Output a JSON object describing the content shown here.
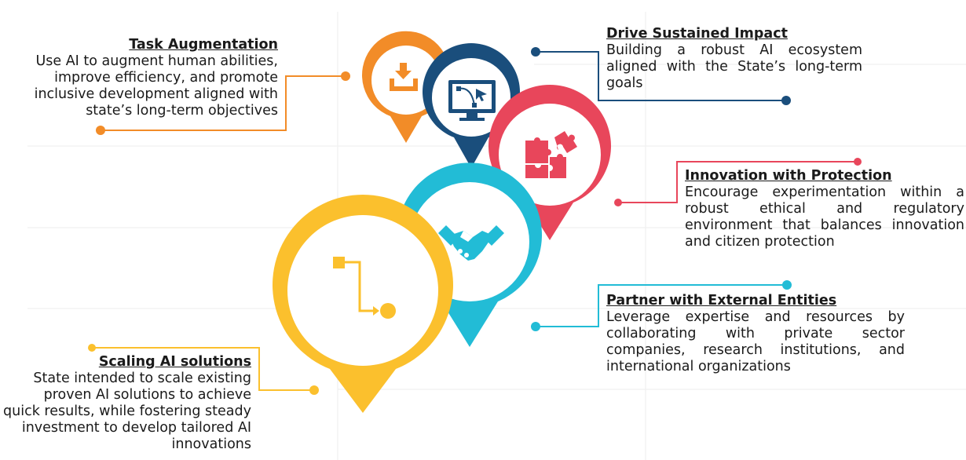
{
  "colors": {
    "task": "#f28c28",
    "drive": "#1a4e7c",
    "innovation": "#e8465b",
    "partner": "#22bcd6",
    "scaling": "#fbc02d",
    "grid": "#eeeeee",
    "text": "#1a1a1a"
  },
  "items": [
    {
      "key": "task",
      "title": "Task Augmentation",
      "body": "Use AI to augment human abilities, improve efficiency, and promote inclusive development aligned with state’s long-term objectives",
      "icon": "download-tray-icon"
    },
    {
      "key": "drive",
      "title": "Drive Sustained Impact",
      "body": "Building a robust AI ecosystem aligned with the State’s long-term goals",
      "icon": "monitor-vector-icon"
    },
    {
      "key": "innovation",
      "title": "Innovation with Protection",
      "body": "Encourage experimentation within a robust ethical and regulatory environment that balances innovation and citizen protection",
      "icon": "puzzle-icon"
    },
    {
      "key": "partner",
      "title": "Partner with External Entities",
      "body": "Leverage expertise and resources by collaborating with private sector companies, research institutions, and international organizations",
      "icon": "handshake-icon"
    },
    {
      "key": "scaling",
      "title": "Scaling AI solutions",
      "body": "State intended to scale existing proven AI solutions to achieve quick results, while fostering steady investment to develop tailored AI innovations",
      "icon": "flow-arrow-icon"
    }
  ]
}
